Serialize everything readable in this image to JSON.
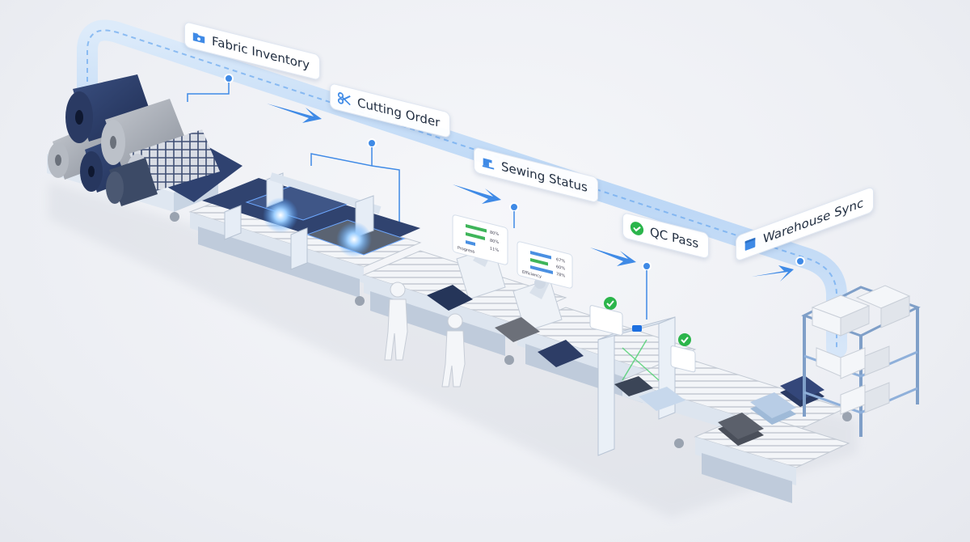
{
  "stages": [
    {
      "id": "fabric",
      "label": "Fabric Inventory",
      "icon": "folder-icon"
    },
    {
      "id": "cutting",
      "label": "Cutting Order",
      "icon": "scissors-icon"
    },
    {
      "id": "sewing",
      "label": "Sewing Status",
      "icon": "sewing-machine-icon"
    },
    {
      "id": "qc",
      "label": "QC Pass",
      "icon": "check-circle-icon"
    },
    {
      "id": "warehouse",
      "label": "Warehouse Sync",
      "icon": "box-icon"
    }
  ],
  "dashboards": {
    "left": {
      "caption": "Progress",
      "values": [
        "80%",
        "80%",
        "11%"
      ]
    },
    "right": {
      "caption": "Efficiency",
      "values": [
        "67%",
        "60%",
        "78%"
      ]
    }
  },
  "colors": {
    "flow": "#5b9dea",
    "flow_light": "#a9cdf6",
    "navy": "#2b3c66",
    "check": "#28b24a",
    "machine": "#e3ecf6",
    "belt": "#d6dbe3"
  }
}
